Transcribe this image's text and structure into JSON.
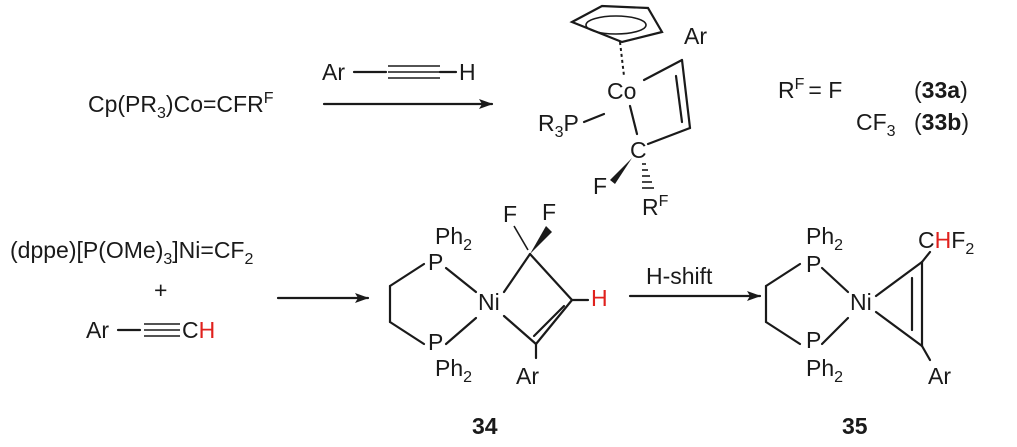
{
  "reaction1": {
    "reactant": "Cp(PR3)Co=CFRF",
    "reactant_parts": {
      "a": "Cp(PR",
      "b": "3",
      "c": ")Co=CFR",
      "d": "F"
    },
    "reagent": {
      "ar": "Ar",
      "h": "H"
    },
    "product": {
      "ar": "Ar",
      "co": "Co",
      "r3p": {
        "r": "R",
        "sub": "3",
        "p": "P"
      },
      "c": "C",
      "f": "F",
      "rf": {
        "r": "R",
        "sup": "F"
      }
    },
    "legend": {
      "rf_r": "R",
      "rf_sup": "F",
      "eq_f": "= F",
      "label_a_num": "33",
      "label_a_letter": "a",
      "cf3_cf": "CF",
      "cf3_sub": "3",
      "label_b_num": "33",
      "label_b_letter": "b",
      "paren_open": "(",
      "paren_close": ")"
    }
  },
  "reaction2": {
    "reactant": {
      "a": "(dppe)[P(OMe)",
      "b": "3",
      "c": "]Ni=CF",
      "d": "2"
    },
    "plus": "+",
    "alkyne": {
      "ar": "Ar",
      "c": "C",
      "h": "H"
    },
    "product34": {
      "f1": "F",
      "f2": "F",
      "ph2_top": {
        "ph": "Ph",
        "sub": "2"
      },
      "p_top": "P",
      "ni": "Ni",
      "h": "H",
      "p_bot": "P",
      "ph2_bot": {
        "ph": "Ph",
        "sub": "2"
      },
      "ar": "Ar",
      "number": "34"
    },
    "arrow_label": "H-shift",
    "product35": {
      "ph2_top": {
        "ph": "Ph",
        "sub": "2"
      },
      "chf2": {
        "c": "C",
        "h": "H",
        "f": "F",
        "sub": "2"
      },
      "p_top": "P",
      "ni": "Ni",
      "p_bot": "P",
      "ph2_bot": {
        "ph": "Ph",
        "sub": "2"
      },
      "ar": "Ar",
      "number": "35"
    },
    "highlight_color": "#e0211d"
  }
}
